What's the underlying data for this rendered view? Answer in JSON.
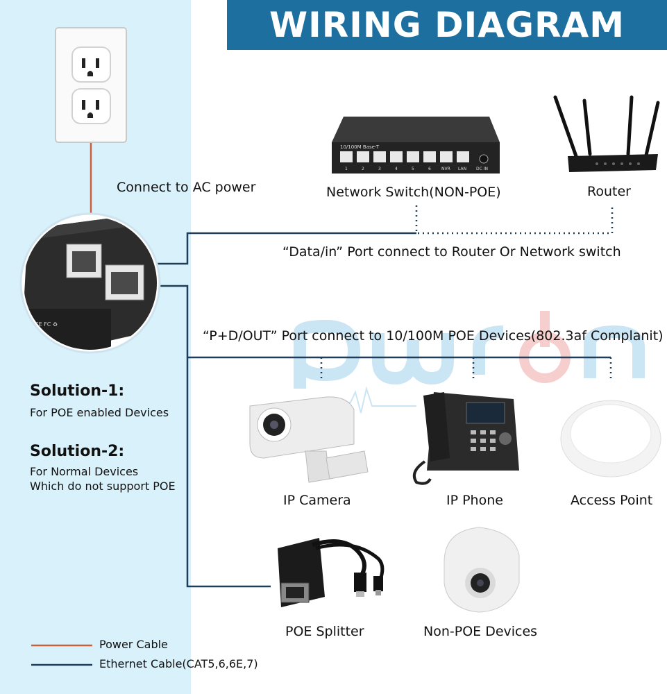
{
  "title": "WIRING DIAGRAM",
  "labels": {
    "ac_power": "Connect to AC power",
    "network_switch": "Network Switch(NON-POE)",
    "router": "Router",
    "data_in": "“Data/in” Port connect to Router Or Network switch",
    "pd_out": "“P+D/OUT” Port connect to 10/100M POE Devices(802.3af Complanit)",
    "ip_camera": "IP Camera",
    "ip_phone": "IP Phone",
    "access_point": "Access Point",
    "poe_splitter": "POE Splitter",
    "non_poe_devices": "Non-POE Devices"
  },
  "switch_panel": {
    "model": "10/100M Base-T",
    "ports": [
      "1",
      "2",
      "3",
      "4",
      "5",
      "6",
      "NVR",
      "LAN",
      "DC IN"
    ]
  },
  "solutions": [
    {
      "heading": "Solution-1:",
      "lines": [
        "For POE enabled Devices"
      ]
    },
    {
      "heading": "Solution-2:",
      "lines": [
        "For Normal Devices",
        "Which do not support POE"
      ]
    }
  ],
  "legend": [
    {
      "label": "Power Cable",
      "color": "#c8603a"
    },
    {
      "label": "Ethernet Cable(CAT5,6,6E,7)",
      "color": "#1e3d59"
    }
  ],
  "watermark": "pwr n",
  "colors": {
    "title_bar": "#1d6fa0",
    "left_panel": "#d9f1fa",
    "ethernet": "#1e3d59",
    "power": "#c8603a",
    "watermark_blue": "#9fd0ea",
    "watermark_red": "#f2a7a7"
  }
}
